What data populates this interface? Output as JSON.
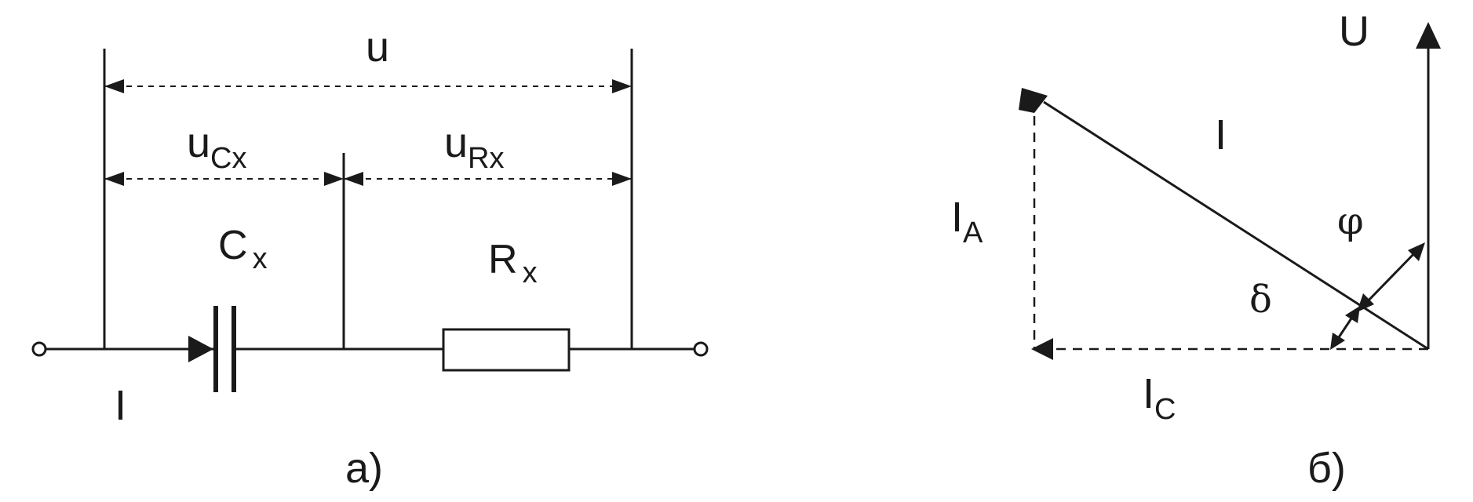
{
  "circuit": {
    "labels": {
      "u": "u",
      "u_cx_main": "u",
      "u_cx_sub": "Cx",
      "u_rx_main": "u",
      "u_rx_sub": "Rx",
      "cx_main": "C",
      "cx_sub": "x",
      "rx_main": "R",
      "rx_sub": "x",
      "current": "I"
    },
    "caption": "а)"
  },
  "phasor": {
    "labels": {
      "U": "U",
      "I": "I",
      "ia_main": "I",
      "ia_sub": "A",
      "ic_main": "I",
      "ic_sub": "C",
      "phi": "φ",
      "delta": "δ"
    },
    "caption": "б)"
  }
}
